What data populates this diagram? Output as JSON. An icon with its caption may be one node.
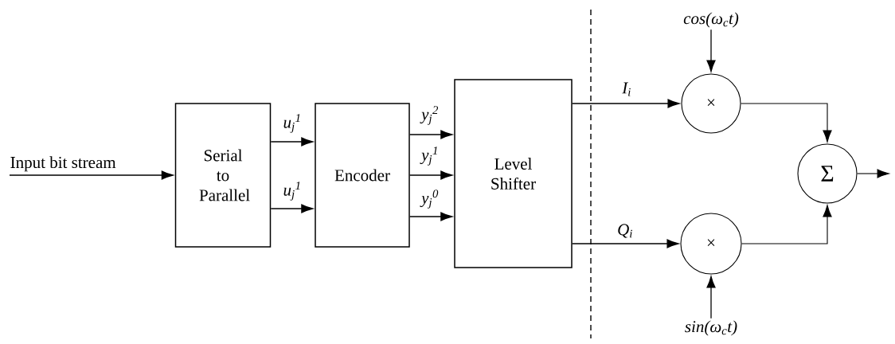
{
  "diagram": {
    "nodes": [
      {
        "text": [
          "Input bit stream"
        ]
      },
      {
        "text": [
          "Serial to Parallel"
        ]
      },
      {
        "text": [
          "Encoder"
        ]
      },
      {
        "text": [
          "Level Shifter"
        ]
      },
      {
        "text": [
          "cos(ω$_{c}$t)"
        ]
      },
      {
        "text": [
          "×"
        ]
      },
      {
        "text": [
          "×"
        ]
      },
      {
        "text": [
          "sin(ω$_{c}$t)"
        ]
      },
      {
        "text": [
          "Σ"
        ]
      }
    ],
    "edges": [
      {
        "from": 0,
        "to": 1,
        "arrow": "to"
      },
      {
        "from": 1,
        "to": 2,
        "arrow": "to",
        "label": "u$_{j}$$^{1}$"
      },
      {
        "from": 1,
        "to": 2,
        "arrow": "to",
        "label": "u$_{j}$$^{1}$"
      },
      {
        "from": 2,
        "to": 3,
        "arrow": "to",
        "label": "y$_{j}$$^{2}$"
      },
      {
        "from": 2,
        "to": 3,
        "arrow": "to",
        "label": "y$_{j}$$^{1}$"
      },
      {
        "from": 2,
        "to": 3,
        "arrow": "to",
        "label": "y$_{j}$$^{0}$"
      },
      {
        "from": 3,
        "to": 5,
        "arrow": "to",
        "label": "I$_{i}$"
      },
      {
        "from": 3,
        "to": 6,
        "arrow": "to",
        "label": "Q$_{i}$"
      },
      {
        "from": 4,
        "to": 5,
        "arrow": "to"
      },
      {
        "from": 7,
        "to": 6,
        "arrow": "to"
      },
      {
        "from": 5,
        "to": 8,
        "arrow": "to"
      },
      {
        "from": 6,
        "to": 8,
        "arrow": "to"
      },
      {
        "from": 8,
        "to": null,
        "arrow": "to"
      }
    ]
  }
}
